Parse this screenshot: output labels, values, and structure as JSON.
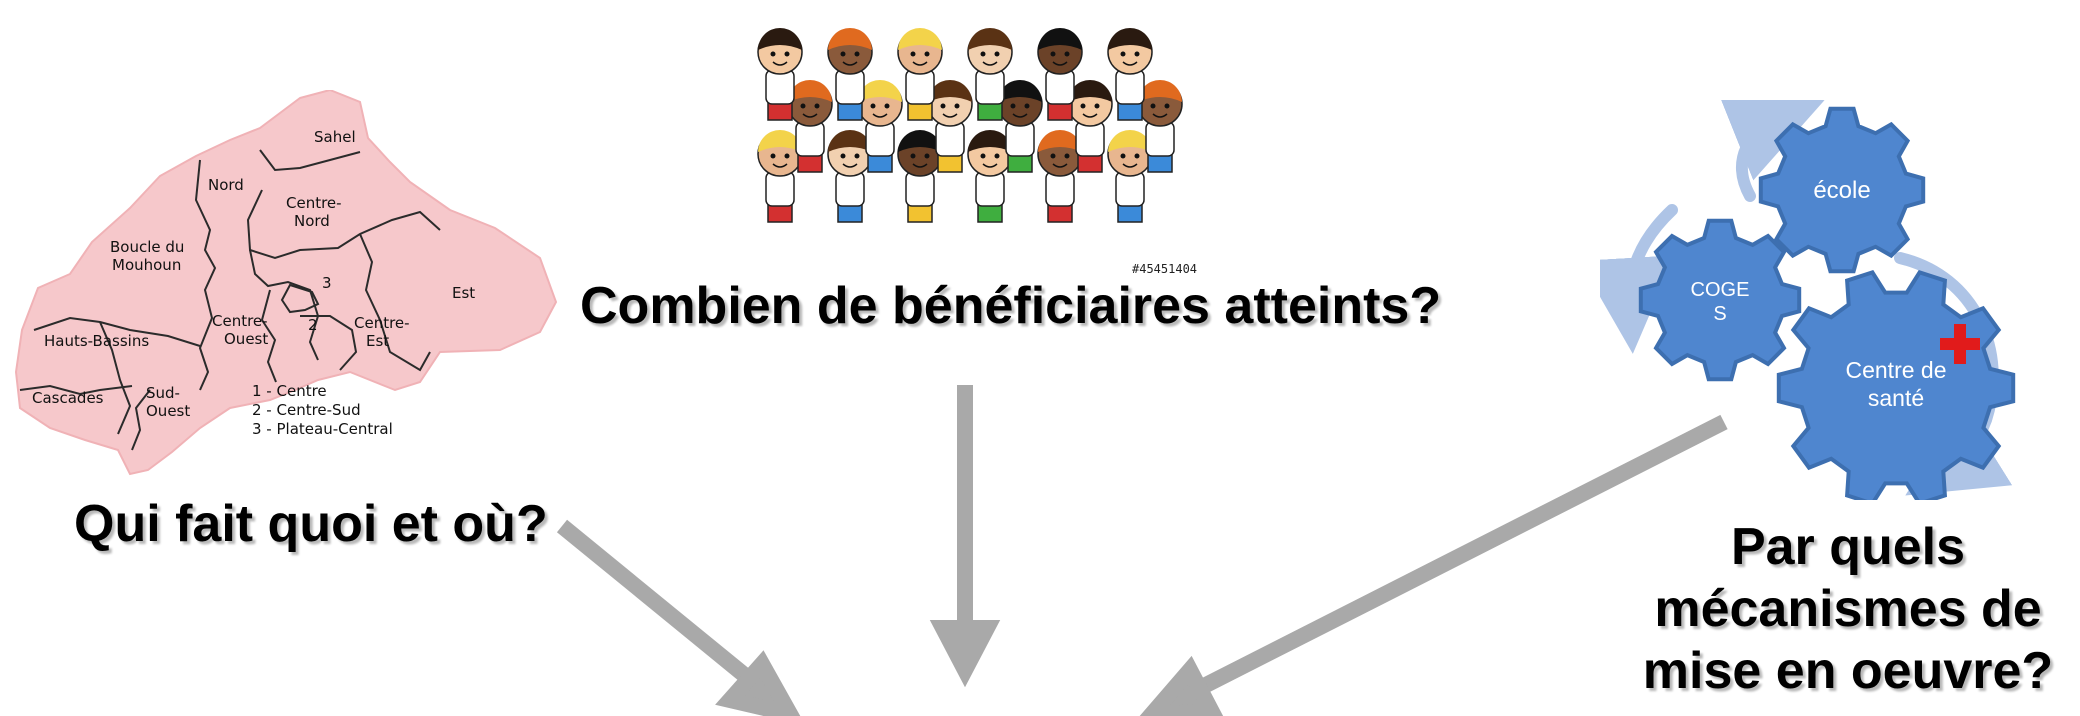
{
  "questions": {
    "who_what_where": "Qui fait quoi et où?",
    "beneficiaries": "Combien de bénéficiaires atteints?",
    "mechanisms": "Par quels mécanismes de mise en oeuvre?"
  },
  "map": {
    "regions": {
      "sahel": "Sahel",
      "nord": "Nord",
      "centre_nord": [
        "Centre-",
        "Nord"
      ],
      "boucle_du_mouhoun": [
        "Boucle du",
        "Mouhoun"
      ],
      "est": "Est",
      "centre_ouest": [
        "Centre-",
        "Ouest"
      ],
      "centre_est": [
        "Centre-",
        "Est"
      ],
      "hauts_bassins": "Hauts-Bassins",
      "cascades": "Cascades",
      "sud_ouest": [
        "Sud-",
        "Ouest"
      ],
      "marker_3": "3",
      "marker_2": "2"
    },
    "legend": [
      "1 - Centre",
      "2 - Centre-Sud",
      "3 - Plateau-Central"
    ]
  },
  "children_image": {
    "stock_id": "#45451404"
  },
  "gears": {
    "school": "école",
    "coges": [
      "COGE",
      "S"
    ],
    "health_centre": [
      "Centre de",
      "santé"
    ]
  },
  "colors": {
    "map_fill": "#f6c8cb",
    "gear_fill": "#4f86cf",
    "gear_stroke": "#3d6fb0",
    "cycle_arrow": "#aec4e6",
    "flow_arrow": "#a9a9a9",
    "cross": "#e11b1b"
  }
}
